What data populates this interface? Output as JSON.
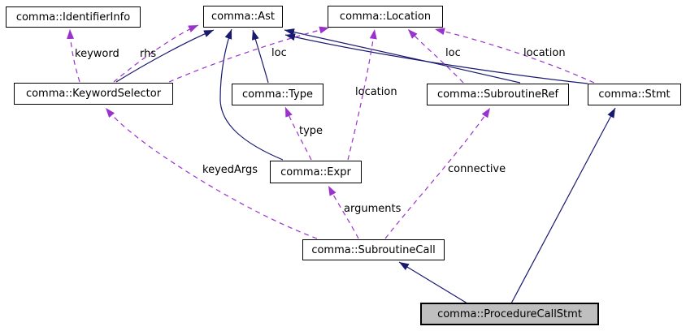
{
  "diagram": {
    "kind": "collaboration-graph",
    "colors": {
      "inheritance_edge": "#191970",
      "usage_edge": "#9a32cd",
      "node_fill": "#ffffff",
      "node_border": "#000000",
      "current_node_fill": "#bfbfbf",
      "text": "#000000"
    },
    "nodes": {
      "identifierInfo": {
        "label": "comma::IdentifierInfo"
      },
      "ast": {
        "label": "comma::Ast"
      },
      "location": {
        "label": "comma::Location"
      },
      "keywordSelector": {
        "label": "comma::KeywordSelector"
      },
      "type": {
        "label": "comma::Type"
      },
      "subroutineRef": {
        "label": "comma::SubroutineRef"
      },
      "stmt": {
        "label": "comma::Stmt"
      },
      "expr": {
        "label": "comma::Expr"
      },
      "subroutineCall": {
        "label": "comma::SubroutineCall"
      },
      "procedureCallStmt": {
        "label": "comma::ProcedureCallStmt",
        "highlighted": true
      }
    },
    "edges": {
      "keyword": {
        "label": "keyword",
        "type": "usage",
        "from": "keywordSelector",
        "to": "identifierInfo"
      },
      "rhs": {
        "label": "rhs",
        "type": "usage",
        "from": "keywordSelector",
        "to": "ast"
      },
      "locKeywordSel": {
        "label": "loc",
        "type": "usage",
        "from": "keywordSelector",
        "to": "location"
      },
      "locationExpr": {
        "label": "location",
        "type": "usage",
        "from": "expr",
        "to": "location"
      },
      "typeExpr": {
        "label": "type",
        "type": "usage",
        "from": "expr",
        "to": "type"
      },
      "locSubRef": {
        "label": "loc",
        "type": "usage",
        "from": "subroutineRef",
        "to": "location"
      },
      "locationStmt": {
        "label": "location",
        "type": "usage",
        "from": "stmt",
        "to": "location"
      },
      "keyedArgs": {
        "label": "keyedArgs",
        "type": "usage",
        "from": "subroutineCall",
        "to": "keywordSelector"
      },
      "arguments": {
        "label": "arguments",
        "type": "usage",
        "from": "subroutineCall",
        "to": "expr"
      },
      "connective": {
        "label": "connective",
        "type": "usage",
        "from": "subroutineCall",
        "to": "subroutineRef"
      },
      "inhKeywordSel": {
        "label": "",
        "type": "inheritance",
        "from": "keywordSelector",
        "to": "ast"
      },
      "inhExpr": {
        "label": "",
        "type": "inheritance",
        "from": "expr",
        "to": "ast"
      },
      "inhType": {
        "label": "",
        "type": "inheritance",
        "from": "type",
        "to": "ast"
      },
      "inhSubRef": {
        "label": "",
        "type": "inheritance",
        "from": "subroutineRef",
        "to": "ast"
      },
      "inhStmt": {
        "label": "",
        "type": "inheritance",
        "from": "stmt",
        "to": "ast"
      },
      "inhPcsSubCall": {
        "label": "",
        "type": "inheritance",
        "from": "procedureCallStmt",
        "to": "subroutineCall"
      },
      "inhPcsStmt": {
        "label": "",
        "type": "inheritance",
        "from": "procedureCallStmt",
        "to": "stmt"
      }
    }
  }
}
